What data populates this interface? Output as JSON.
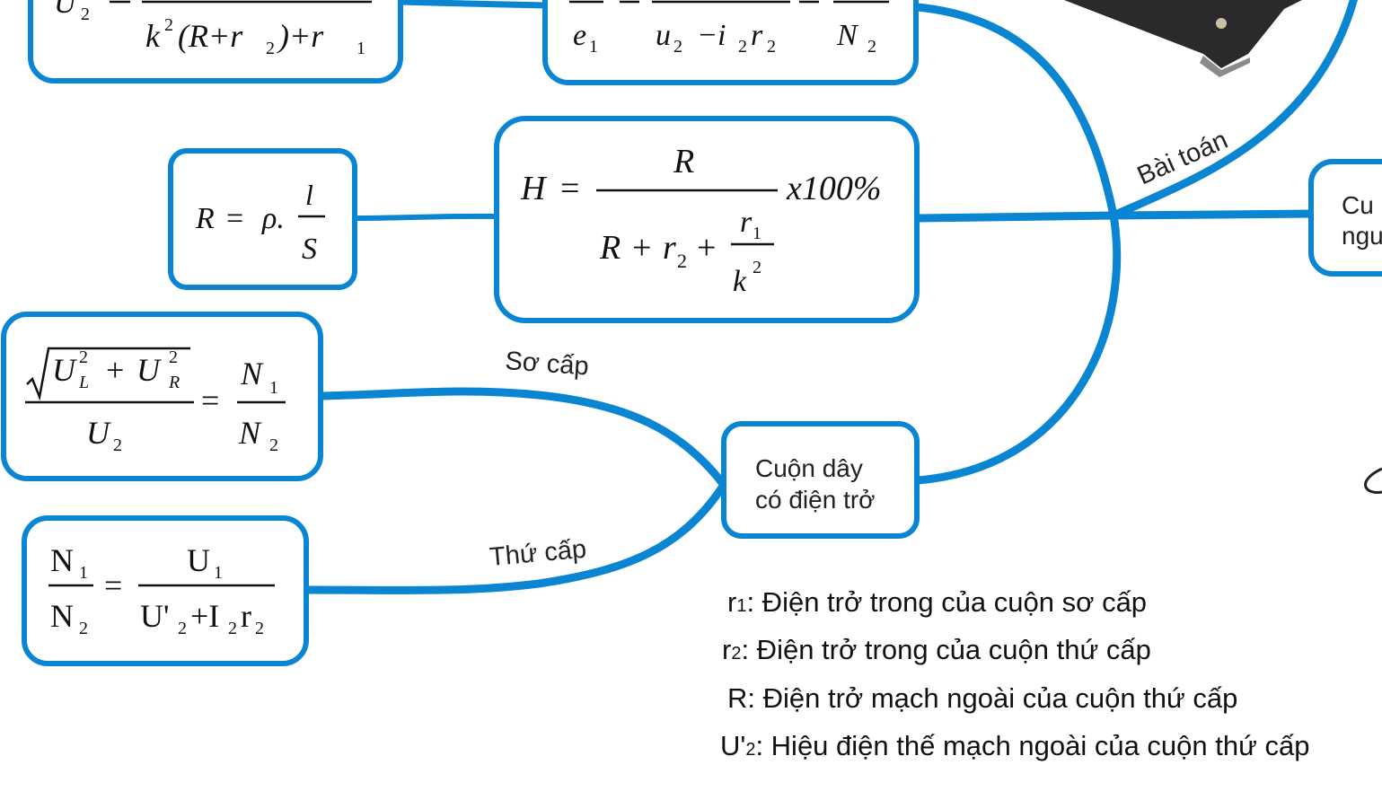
{
  "colors": {
    "accent": "#0a85d1",
    "text": "#111111",
    "background": "#ffffff"
  },
  "branches": {
    "bai_toan": "Bài toán",
    "so_cap": "Sơ cấp",
    "thu_cap": "Thứ cấp"
  },
  "nodes": {
    "cuon_day_line1": "Cuộn dây",
    "cuon_day_line2": "có điện trở",
    "right_node_line1": "Cu",
    "right_node_line2": "ngu"
  },
  "formulas": {
    "u2_ratio": {
      "lhs_partial": "U",
      "lhs_sub": "2",
      "den_k": "k",
      "den_pow": "2",
      "den_rest": "(R+r",
      "den_sub2": "2",
      "den_close": ")+r",
      "den_sub1": "1"
    },
    "e_ratio": {
      "e": "e",
      "e_sub": "1",
      "u": "u",
      "u_sub": "2",
      "minus": "−i",
      "i_sub": "2",
      "r": "r",
      "r_sub": "2",
      "n": "N",
      "n_sub": "2"
    },
    "resistance": {
      "lhs": "R",
      "eq": "=",
      "rho": "ρ.",
      "num": "l",
      "den": "S"
    },
    "efficiency": {
      "lhs": "H",
      "eq": "=",
      "num": "R",
      "den_a": "R",
      "den_plus1": "+",
      "den_r": "r",
      "den_r_sub": "2",
      "den_plus2": "+",
      "frac_num": "r",
      "frac_num_sub": "1",
      "frac_den": "k",
      "frac_den_pow": "2",
      "tail": "x100%"
    },
    "primary": {
      "sqrt_a": "U",
      "a_sup": "2",
      "a_sub": "L",
      "plus": "+",
      "sqrt_b": "U",
      "b_sup": "2",
      "b_sub": "R",
      "den": "U",
      "den_sub": "2",
      "eq": "=",
      "n1": "N",
      "n1_sub": "1",
      "n2": "N",
      "n2_sub": "2"
    },
    "secondary": {
      "n1": "N",
      "n1_sub": "1",
      "n2": "N",
      "n2_sub": "2",
      "eq": "=",
      "u1": "U",
      "u1_sub": "1",
      "den_u": "U'",
      "den_u_sub": "2",
      "den_plus": "+I",
      "den_i_sub": "2",
      "den_r": "r",
      "den_r_sub": "2"
    }
  },
  "legend": [
    {
      "key": "r",
      "key_sub": "1",
      "text": ": Điện trở trong của cuộn sơ cấp"
    },
    {
      "key": "r",
      "key_sub": "2",
      "text": ": Điện trở trong của cuộn thứ cấp"
    },
    {
      "key": "R",
      "key_sub": "",
      "text": ": Điện trở mạch ngoài của cuộn thứ cấp"
    },
    {
      "key": "U'",
      "key_sub": "2",
      "text": ": Hiệu điện thế mạch ngoài của cuộn thứ cấp"
    }
  ]
}
